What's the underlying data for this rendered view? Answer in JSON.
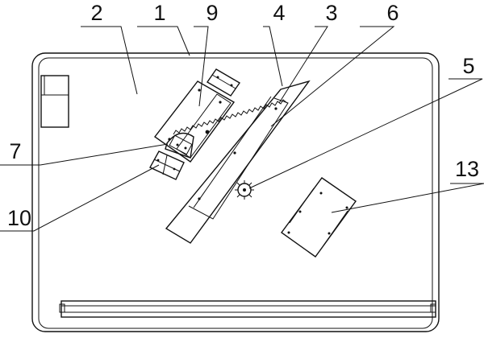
{
  "labels": {
    "l1": "1",
    "l2": "2",
    "l3": "3",
    "l4": "4",
    "l5": "5",
    "l6": "6",
    "l7": "7",
    "l9": "9",
    "l10": "10",
    "l13": "13"
  },
  "colors": {
    "ink": "#111111",
    "paper": "#ffffff"
  }
}
